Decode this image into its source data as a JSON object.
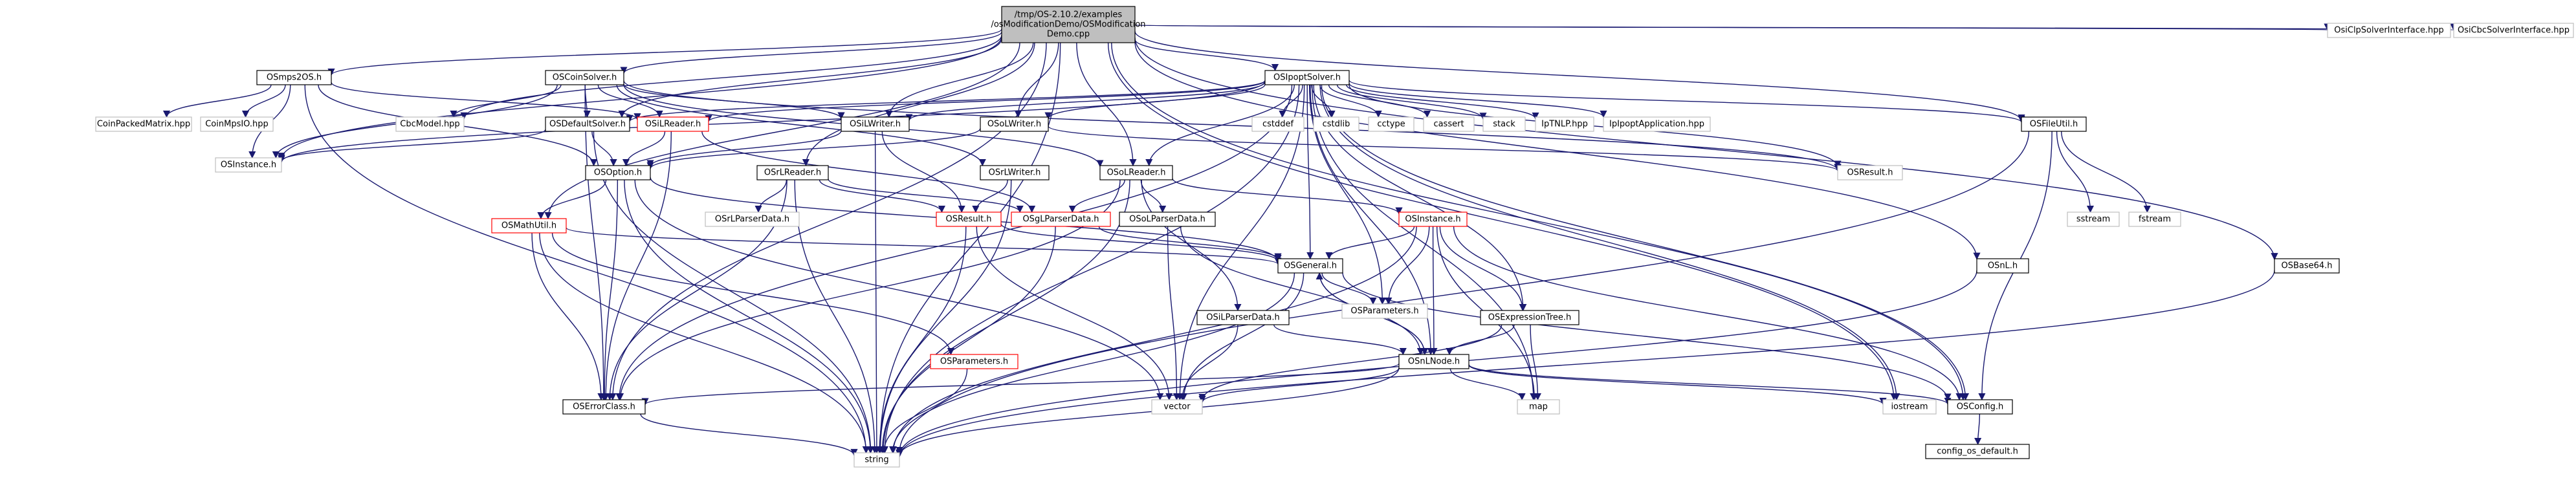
{
  "colors": {
    "edge": "#191970",
    "text": "#000000",
    "text_muted": "#7f7f7f",
    "border_default": "#000000",
    "border_error": "#ff0000",
    "border_external": "#bfbfbf",
    "root_fill": "#bfbfbf",
    "node_fill": "#ffffff"
  },
  "nodes": [
    {
      "id": "root",
      "label": [
        "/tmp/OS-2.10.2/examples",
        "/osModificationDemo/OSModification",
        "Demo.cpp"
      ],
      "style": "root"
    },
    {
      "id": "OSmps2OS",
      "label": [
        "OSmps2OS.h"
      ],
      "style": "default"
    },
    {
      "id": "CoinPackedMatrix",
      "label": [
        "CoinPackedMatrix.hpp"
      ],
      "style": "external"
    },
    {
      "id": "CoinMpsIO",
      "label": [
        "CoinMpsIO.hpp"
      ],
      "style": "external"
    },
    {
      "id": "OSInstance_top",
      "label": [
        "OSInstance.h"
      ],
      "style": "external"
    },
    {
      "id": "OSCoinSolver",
      "label": [
        "OSCoinSolver.h"
      ],
      "style": "default"
    },
    {
      "id": "CbcModel",
      "label": [
        "CbcModel.hpp"
      ],
      "style": "external"
    },
    {
      "id": "OSDefaultSolver",
      "label": [
        "OSDefaultSolver.h"
      ],
      "style": "default"
    },
    {
      "id": "OSiLReader",
      "label": [
        "OSiLReader.h"
      ],
      "style": "error"
    },
    {
      "id": "OSiLWriter",
      "label": [
        "OSiLWriter.h"
      ],
      "style": "default"
    },
    {
      "id": "OSIpoptSolver",
      "label": [
        "OSIpoptSolver.h"
      ],
      "style": "default"
    },
    {
      "id": "OSoLWriter",
      "label": [
        "OSoLWriter.h"
      ],
      "style": "default"
    },
    {
      "id": "cstddef",
      "label": [
        "cstddef"
      ],
      "style": "external"
    },
    {
      "id": "cstdlib",
      "label": [
        "cstdlib"
      ],
      "style": "external"
    },
    {
      "id": "cctype",
      "label": [
        "cctype"
      ],
      "style": "external"
    },
    {
      "id": "cassert",
      "label": [
        "cassert"
      ],
      "style": "external"
    },
    {
      "id": "stack",
      "label": [
        "stack"
      ],
      "style": "external"
    },
    {
      "id": "IpTNLP",
      "label": [
        "IpTNLP.hpp"
      ],
      "style": "external"
    },
    {
      "id": "IpIpoptApplication",
      "label": [
        "IpIpoptApplication.hpp"
      ],
      "style": "external"
    },
    {
      "id": "OSFileUtil",
      "label": [
        "OSFileUtil.h"
      ],
      "style": "default"
    },
    {
      "id": "OsiClpSolverInterface",
      "label": [
        "OsiClpSolverInterface.hpp"
      ],
      "style": "external"
    },
    {
      "id": "OsiCbcSolverInterface",
      "label": [
        "OsiCbcSolverInterface.hpp"
      ],
      "style": "external"
    },
    {
      "id": "OSResult_ext",
      "label": [
        "OSResult.h"
      ],
      "style": "external"
    },
    {
      "id": "OSOption",
      "label": [
        "OSOption.h"
      ],
      "style": "default"
    },
    {
      "id": "OSrLReader",
      "label": [
        "OSrLReader.h"
      ],
      "style": "default"
    },
    {
      "id": "OSrLWriter",
      "label": [
        "OSrLWriter.h"
      ],
      "style": "default"
    },
    {
      "id": "OSoLReader",
      "label": [
        "OSoLReader.h"
      ],
      "style": "default"
    },
    {
      "id": "OSrLParserData",
      "label": [
        "OSrLParserData.h"
      ],
      "style": "external"
    },
    {
      "id": "OSResult",
      "label": [
        "OSResult.h"
      ],
      "style": "error"
    },
    {
      "id": "OSgLParserData",
      "label": [
        "OSgLParserData.h"
      ],
      "style": "error"
    },
    {
      "id": "OSoLParserData",
      "label": [
        "OSoLParserData.h"
      ],
      "style": "default"
    },
    {
      "id": "OSInstance",
      "label": [
        "OSInstance.h"
      ],
      "style": "error"
    },
    {
      "id": "sstream",
      "label": [
        "sstream"
      ],
      "style": "external"
    },
    {
      "id": "fstream",
      "label": [
        "fstream"
      ],
      "style": "external"
    },
    {
      "id": "OSMathUtil",
      "label": [
        "OSMathUtil.h"
      ],
      "style": "error"
    },
    {
      "id": "OSGeneral",
      "label": [
        "OSGeneral.h"
      ],
      "style": "default"
    },
    {
      "id": "OSParameters_mid",
      "label": [
        "OSParameters.h"
      ],
      "style": "external"
    },
    {
      "id": "OSiLParserData",
      "label": [
        "OSiLParserData.h"
      ],
      "style": "default"
    },
    {
      "id": "OSExpressionTree",
      "label": [
        "OSExpressionTree.h"
      ],
      "style": "default"
    },
    {
      "id": "OSnL",
      "label": [
        "OSnL.h"
      ],
      "style": "default"
    },
    {
      "id": "OSBase64",
      "label": [
        "OSBase64.h"
      ],
      "style": "default"
    },
    {
      "id": "OSParameters_err",
      "label": [
        "OSParameters.h"
      ],
      "style": "error"
    },
    {
      "id": "OSnLNode",
      "label": [
        "OSnLNode.h"
      ],
      "style": "default"
    },
    {
      "id": "OSErrorClass",
      "label": [
        "OSErrorClass.h"
      ],
      "style": "default"
    },
    {
      "id": "vector",
      "label": [
        "vector"
      ],
      "style": "external"
    },
    {
      "id": "map",
      "label": [
        "map"
      ],
      "style": "external"
    },
    {
      "id": "iostream",
      "label": [
        "iostream"
      ],
      "style": "external"
    },
    {
      "id": "OSConfig",
      "label": [
        "OSConfig.h"
      ],
      "style": "default"
    },
    {
      "id": "string",
      "label": [
        "string"
      ],
      "style": "external"
    },
    {
      "id": "config_os_default",
      "label": [
        "config_os_default.h"
      ],
      "style": "default"
    }
  ],
  "edges": [
    [
      "root",
      "OSmps2OS"
    ],
    [
      "root",
      "OSCoinSolver"
    ],
    [
      "root",
      "OSIpoptSolver"
    ],
    [
      "root",
      "OSFileUtil"
    ],
    [
      "root",
      "OsiClpSolverInterface"
    ],
    [
      "root",
      "OsiCbcSolverInterface"
    ],
    [
      "root",
      "OSDefaultSolver"
    ],
    [
      "root",
      "OSiLWriter"
    ],
    [
      "root",
      "OSoLWriter"
    ],
    [
      "root",
      "OSnL"
    ],
    [
      "root",
      "OSBase64"
    ],
    [
      "root",
      "OSoLReader"
    ],
    [
      "root",
      "OSrLReader"
    ],
    [
      "root",
      "OSMathUtil"
    ],
    [
      "root",
      "OSErrorClass"
    ],
    [
      "root",
      "OSInstance_top"
    ],
    [
      "root",
      "CbcModel"
    ],
    [
      "root",
      "iostream"
    ],
    [
      "root",
      "OSConfig"
    ],
    [
      "root",
      "string"
    ],
    [
      "OSmps2OS",
      "CoinPackedMatrix"
    ],
    [
      "OSmps2OS",
      "CoinMpsIO"
    ],
    [
      "OSmps2OS",
      "OSInstance_top"
    ],
    [
      "OSmps2OS",
      "OSiLReader"
    ],
    [
      "OSmps2OS",
      "OSOption"
    ],
    [
      "OSmps2OS",
      "string"
    ],
    [
      "OSCoinSolver",
      "CbcModel"
    ],
    [
      "OSCoinSolver",
      "OSDefaultSolver"
    ],
    [
      "OSCoinSolver",
      "OSiLReader"
    ],
    [
      "OSCoinSolver",
      "OSiLWriter"
    ],
    [
      "OSCoinSolver",
      "OSrLWriter"
    ],
    [
      "OSCoinSolver",
      "OSInstance_top"
    ],
    [
      "OSCoinSolver",
      "OSErrorClass"
    ],
    [
      "OSCoinSolver",
      "OSResult_ext"
    ],
    [
      "OSCoinSolver",
      "OSoLReader"
    ],
    [
      "OSDefaultSolver",
      "OSInstance_top"
    ],
    [
      "OSDefaultSolver",
      "OSOption"
    ],
    [
      "OSDefaultSolver",
      "string"
    ],
    [
      "OSiLReader",
      "OSOption"
    ],
    [
      "OSiLReader",
      "OSgLParserData"
    ],
    [
      "OSiLReader",
      "OSErrorClass"
    ],
    [
      "OSiLWriter",
      "OSResult"
    ],
    [
      "OSiLWriter",
      "OSOption"
    ],
    [
      "OSiLWriter",
      "string"
    ],
    [
      "OSIpoptSolver",
      "OSDefaultSolver"
    ],
    [
      "OSIpoptSolver",
      "OSiLReader"
    ],
    [
      "OSIpoptSolver",
      "OSiLWriter"
    ],
    [
      "OSIpoptSolver",
      "OSoLWriter"
    ],
    [
      "OSIpoptSolver",
      "cstddef"
    ],
    [
      "OSIpoptSolver",
      "cstdlib"
    ],
    [
      "OSIpoptSolver",
      "cctype"
    ],
    [
      "OSIpoptSolver",
      "cassert"
    ],
    [
      "OSIpoptSolver",
      "stack"
    ],
    [
      "OSIpoptSolver",
      "IpTNLP"
    ],
    [
      "OSIpoptSolver",
      "IpIpoptApplication"
    ],
    [
      "OSIpoptSolver",
      "OSFileUtil"
    ],
    [
      "OSIpoptSolver",
      "OSResult_ext"
    ],
    [
      "OSIpoptSolver",
      "OSGeneral"
    ],
    [
      "OSIpoptSolver",
      "OSParameters_mid"
    ],
    [
      "OSIpoptSolver",
      "OSnLNode"
    ],
    [
      "OSIpoptSolver",
      "OSExpressionTree"
    ],
    [
      "OSIpoptSolver",
      "OSErrorClass"
    ],
    [
      "OSIpoptSolver",
      "OSoLReader"
    ],
    [
      "OSIpoptSolver",
      "map"
    ],
    [
      "OSIpoptSolver",
      "iostream"
    ],
    [
      "OSIpoptSolver",
      "OSConfig"
    ],
    [
      "OSIpoptSolver",
      "vector"
    ],
    [
      "OSIpoptSolver",
      "string"
    ],
    [
      "OSIpoptSolver",
      "OSInstance_top"
    ],
    [
      "OSoLWriter",
      "OSOption"
    ],
    [
      "OSoLWriter",
      "OSResult_ext"
    ],
    [
      "OSFileUtil",
      "sstream"
    ],
    [
      "OSFileUtil",
      "fstream"
    ],
    [
      "OSFileUtil",
      "OSConfig"
    ],
    [
      "OSFileUtil",
      "string"
    ],
    [
      "OSOption",
      "OSMathUtil"
    ],
    [
      "OSOption",
      "OSGeneral"
    ],
    [
      "OSOption",
      "OSErrorClass"
    ],
    [
      "OSOption",
      "vector"
    ],
    [
      "OSOption",
      "string"
    ],
    [
      "OSrLReader",
      "OSrLParserData"
    ],
    [
      "OSrLReader",
      "OSResult"
    ],
    [
      "OSrLReader",
      "OSgLParserData"
    ],
    [
      "OSrLReader",
      "OSErrorClass"
    ],
    [
      "OSrLReader",
      "string"
    ],
    [
      "OSrLWriter",
      "OSResult"
    ],
    [
      "OSrLWriter",
      "string"
    ],
    [
      "OSoLReader",
      "OSgLParserData"
    ],
    [
      "OSoLReader",
      "OSoLParserData"
    ],
    [
      "OSoLReader",
      "OSInstance"
    ],
    [
      "OSoLReader",
      "OSiLParserData"
    ],
    [
      "OSoLReader",
      "OSErrorClass"
    ],
    [
      "OSoLReader",
      "string"
    ],
    [
      "OSResult",
      "OSGeneral"
    ],
    [
      "OSResult",
      "vector"
    ],
    [
      "OSResult",
      "string"
    ],
    [
      "OSgLParserData",
      "OSGeneral"
    ],
    [
      "OSgLParserData",
      "string"
    ],
    [
      "OSoLParserData",
      "OSnLNode"
    ],
    [
      "OSoLParserData",
      "vector"
    ],
    [
      "OSInstance",
      "OSGeneral"
    ],
    [
      "OSInstance",
      "OSParameters_mid"
    ],
    [
      "OSInstance",
      "OSnLNode"
    ],
    [
      "OSInstance",
      "OSExpressionTree"
    ],
    [
      "OSInstance",
      "map"
    ],
    [
      "OSInstance",
      "OSConfig"
    ],
    [
      "OSInstance",
      "string"
    ],
    [
      "OSMathUtil",
      "OSParameters_err"
    ],
    [
      "OSMathUtil",
      "OSErrorClass"
    ],
    [
      "OSMathUtil",
      "OSGeneral"
    ],
    [
      "OSMathUtil",
      "string"
    ],
    [
      "OSGeneral",
      "OSParameters_mid"
    ],
    [
      "OSGeneral",
      "OSnLNode"
    ],
    [
      "OSGeneral",
      "OSConfig"
    ],
    [
      "OSGeneral",
      "vector"
    ],
    [
      "OSGeneral",
      "string"
    ],
    [
      "OSiLParserData",
      "OSnLNode"
    ],
    [
      "OSiLParserData",
      "vector"
    ],
    [
      "OSExpressionTree",
      "OSnLNode"
    ],
    [
      "OSExpressionTree",
      "map"
    ],
    [
      "OSExpressionTree",
      "vector"
    ],
    [
      "OSnL",
      "string"
    ],
    [
      "OSBase64",
      "string"
    ],
    [
      "OSParameters_err",
      "string"
    ],
    [
      "OSnLNode",
      "OSGeneral"
    ],
    [
      "OSnLNode",
      "OSErrorClass"
    ],
    [
      "OSnLNode",
      "vector"
    ],
    [
      "OSnLNode",
      "map"
    ],
    [
      "OSnLNode",
      "iostream"
    ],
    [
      "OSnLNode",
      "OSConfig"
    ],
    [
      "OSnLNode",
      "string"
    ],
    [
      "OSErrorClass",
      "string"
    ],
    [
      "OSConfig",
      "config_os_default"
    ]
  ]
}
